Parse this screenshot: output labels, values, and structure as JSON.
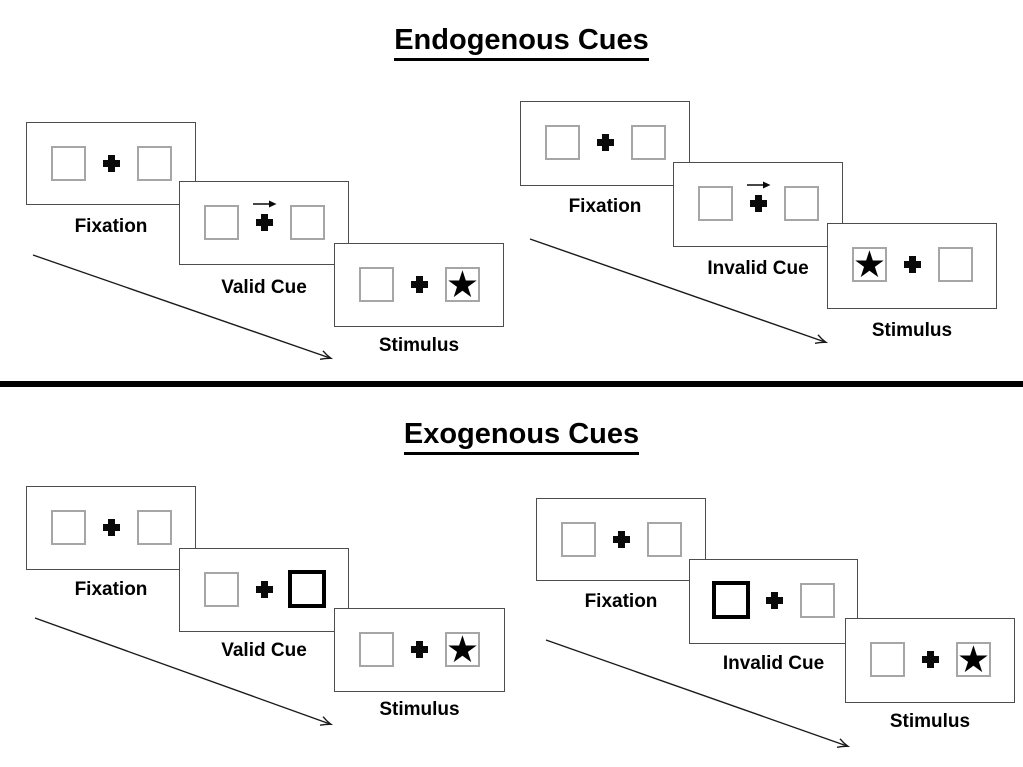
{
  "slide": {
    "background": "#ffffff",
    "divider_color": "#000000"
  },
  "sections": {
    "endogenous": {
      "title": "Endogenous Cues"
    },
    "exogenous": {
      "title": "Exogenous Cues"
    }
  },
  "labels": {
    "fixation": "Fixation",
    "valid_cue": "Valid Cue",
    "invalid_cue": "Invalid Cue",
    "stimulus": "Stimulus"
  },
  "glyphs": {
    "star": "★"
  },
  "colors": {
    "panel_border": "#4d4d4d",
    "placeholder_box_border": "#a6a6a6",
    "cue_box_border": "#000000",
    "ink": "#000000"
  },
  "diagram": {
    "type": "posner-spatial-cueing-task",
    "step_order": [
      "Fixation",
      "Cue",
      "Stimulus"
    ],
    "sequences": [
      {
        "section": "Endogenous Cues",
        "condition": "Valid Cue",
        "cue": "right-pointing arrow above central fixation cross",
        "stimulus_star_side": "right"
      },
      {
        "section": "Endogenous Cues",
        "condition": "Invalid Cue",
        "cue": "right-pointing arrow above central fixation cross",
        "stimulus_star_side": "left"
      },
      {
        "section": "Exogenous Cues",
        "condition": "Valid Cue",
        "cue": "bold outline on right box",
        "stimulus_star_side": "right"
      },
      {
        "section": "Exogenous Cues",
        "condition": "Invalid Cue",
        "cue": "bold outline on left box",
        "stimulus_star_side": "right"
      }
    ]
  }
}
